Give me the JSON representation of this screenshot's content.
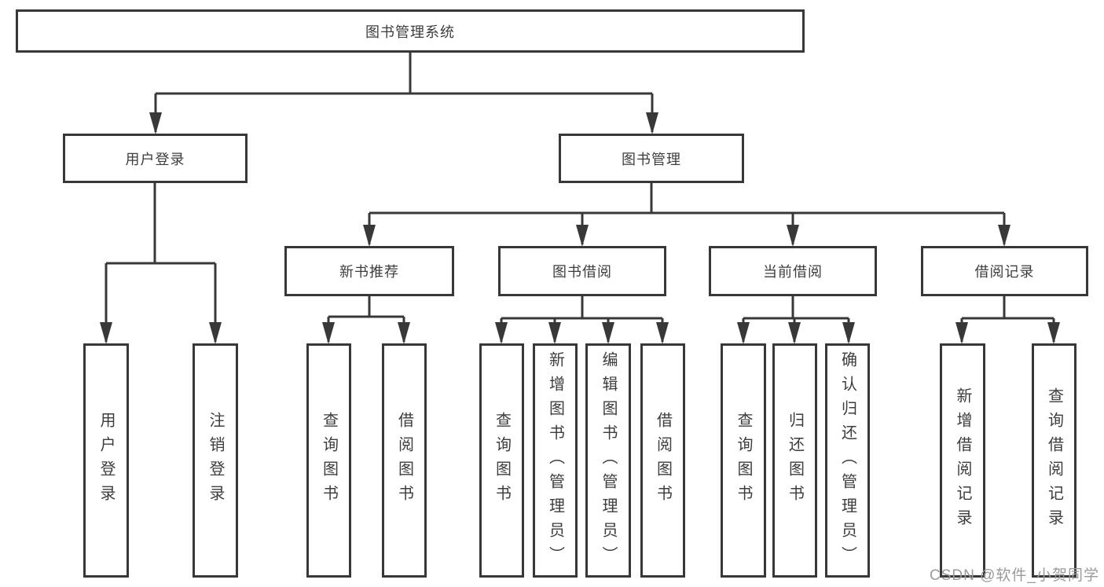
{
  "colors": {
    "line": "#383838",
    "text": "#3d3d3d",
    "box_background": "#ffffff",
    "watermark": "#9a9a9a"
  },
  "watermark": {
    "text": "CSDN @软件_小贺同学"
  },
  "diagram": {
    "root": {
      "label": "图书管理系统"
    },
    "level2": [
      {
        "id": "user-login-group",
        "label": "用户登录"
      },
      {
        "id": "book-management",
        "label": "图书管理"
      }
    ],
    "level3": [
      {
        "id": "new-book-recommend",
        "label": "新书推荐",
        "parent": "图书管理"
      },
      {
        "id": "book-borrow",
        "label": "图书借阅",
        "parent": "图书管理"
      },
      {
        "id": "current-borrow",
        "label": "当前借阅",
        "parent": "图书管理"
      },
      {
        "id": "borrow-records",
        "label": "借阅记录",
        "parent": "图书管理"
      }
    ],
    "leaves": [
      {
        "label": "用户登录",
        "parent": "用户登录"
      },
      {
        "label": "注销登录",
        "parent": "用户登录"
      },
      {
        "label": "查询图书",
        "parent": "新书推荐"
      },
      {
        "label": "借阅图书",
        "parent": "新书推荐"
      },
      {
        "label": "查询图书",
        "parent": "图书借阅"
      },
      {
        "label": "新增图书（管理员）",
        "parent": "图书借阅"
      },
      {
        "label": "编辑图书（管理员）",
        "parent": "图书借阅"
      },
      {
        "label": "借阅图书",
        "parent": "图书借阅"
      },
      {
        "label": "查询图书",
        "parent": "当前借阅"
      },
      {
        "label": "归还图书",
        "parent": "当前借阅"
      },
      {
        "label": "确认归还（管理员）",
        "parent": "当前借阅"
      },
      {
        "label": "新增借阅记录",
        "parent": "借阅记录"
      },
      {
        "label": "查询借阅记录",
        "parent": "借阅记录"
      }
    ]
  }
}
